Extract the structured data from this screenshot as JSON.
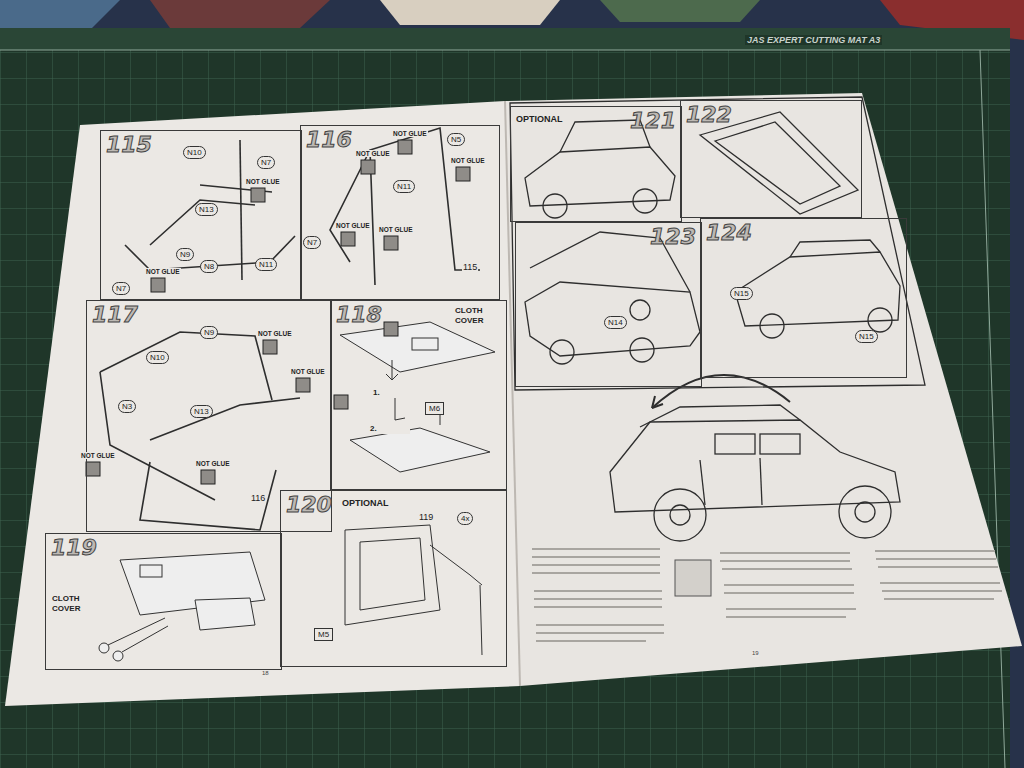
{
  "diagram": {
    "nodes": [
      {
        "text": [
          "115"
        ]
      },
      {
        "text": [
          "116"
        ]
      },
      {
        "text": [
          "117"
        ]
      },
      {
        "text": [
          "118"
        ]
      },
      {
        "text": [
          "119"
        ]
      },
      {
        "text": [
          "120",
          "OPTIONAL"
        ]
      },
      {
        "text": [
          "OPTIONAL",
          "121"
        ]
      },
      {
        "text": [
          "122"
        ]
      },
      {
        "text": [
          "123"
        ]
      },
      {
        "text": [
          "124"
        ]
      }
    ],
    "labels": [
      "N10",
      "N7",
      "NOT GLUE",
      "N13",
      "N9",
      "N8",
      "N11",
      "N7",
      "NOT GLUE",
      "NOT GLUE",
      "N5",
      "NOT GLUE",
      "NOT GLUE",
      "N11",
      "N7",
      "NOT GLUE",
      "NOT GLUE",
      "115",
      "N9",
      "NOT GLUE",
      "N10",
      "NOT GLUE",
      "N13",
      "N3",
      "NOT GLUE",
      "NOT GLUE",
      "116",
      "CLOTH COVER",
      "1.",
      "2.",
      "M6",
      "CLOTH COVER",
      "119",
      "4x",
      "M5",
      "N14",
      "N15",
      "N15",
      "18",
      "19",
      "JAS EXPERT CUTTING MAT A3"
    ]
  }
}
